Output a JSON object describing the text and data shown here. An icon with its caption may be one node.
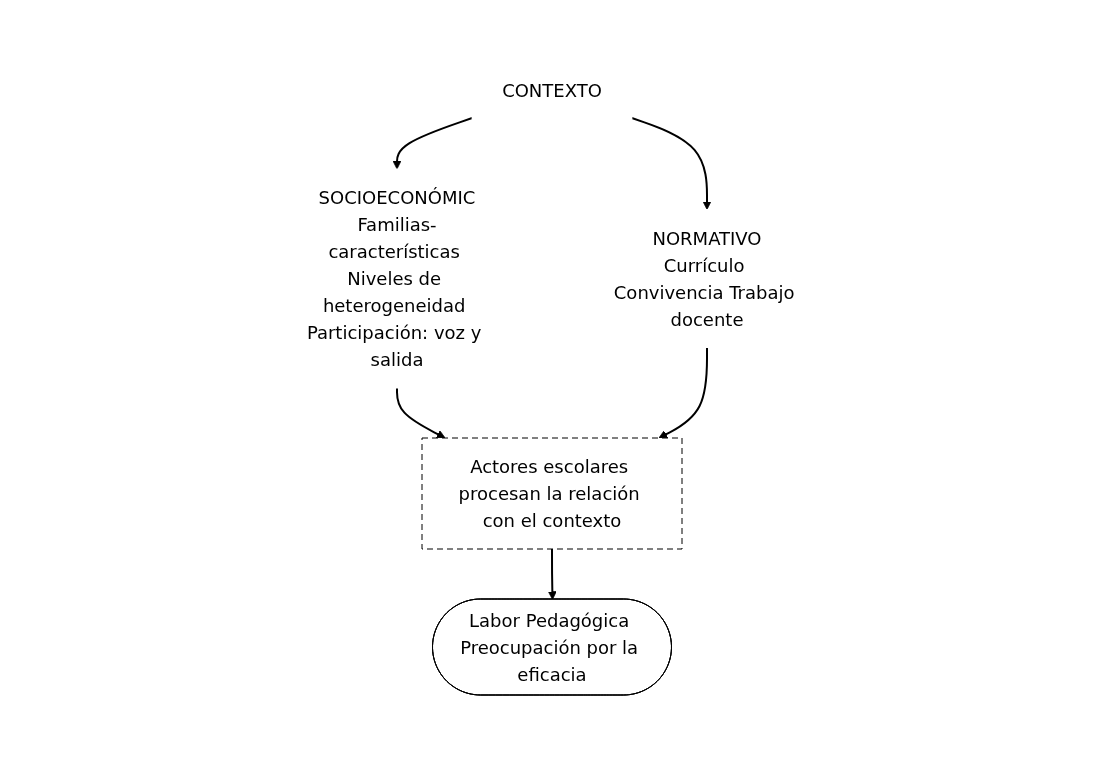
{
  "diagram": {
    "nodes": [
      {
        "text": [
          "CONTEXTO"
        ]
      },
      {
        "text": [
          "SOCIOECONÓMIC",
          "Familias-características Niveles de heterogeneidad Participación: voz y salida"
        ]
      },
      {
        "text": [
          "NORMATIVO",
          "Currículo Convivencia Trabajo docente"
        ]
      },
      {
        "text": [
          "Actores escolares procesan la relación con el contexto"
        ]
      },
      {
        "text": [
          "Labor Pedagógica Preocupación por la eficacia"
        ]
      }
    ],
    "edges": [
      {
        "from": 0,
        "to": 1,
        "arrow": "to"
      },
      {
        "from": 0,
        "to": 2,
        "arrow": "to"
      },
      {
        "from": 1,
        "to": 3,
        "arrow": "to"
      },
      {
        "from": 2,
        "to": 3,
        "arrow": "to"
      },
      {
        "from": 3,
        "to": 4,
        "arrow": "to"
      }
    ]
  }
}
